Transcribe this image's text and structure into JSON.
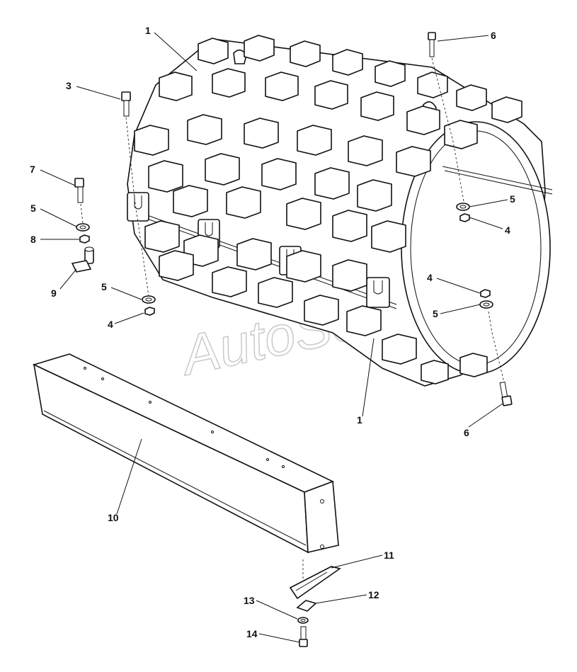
{
  "watermark": "AutoSoft",
  "callouts": {
    "c1_top": "1",
    "c1_bottom": "1",
    "c3": "3",
    "c4_right": "4",
    "c4_rightlow": "4",
    "c4_left": "4",
    "c5_right": "5",
    "c5_rightlow": "5",
    "c5_left7": "5",
    "c5_left": "5",
    "c6_top": "6",
    "c6_bottom": "6",
    "c7": "7",
    "c8": "8",
    "c9": "9",
    "c10": "10",
    "c11": "11",
    "c12": "12",
    "c13": "13",
    "c14": "14"
  }
}
